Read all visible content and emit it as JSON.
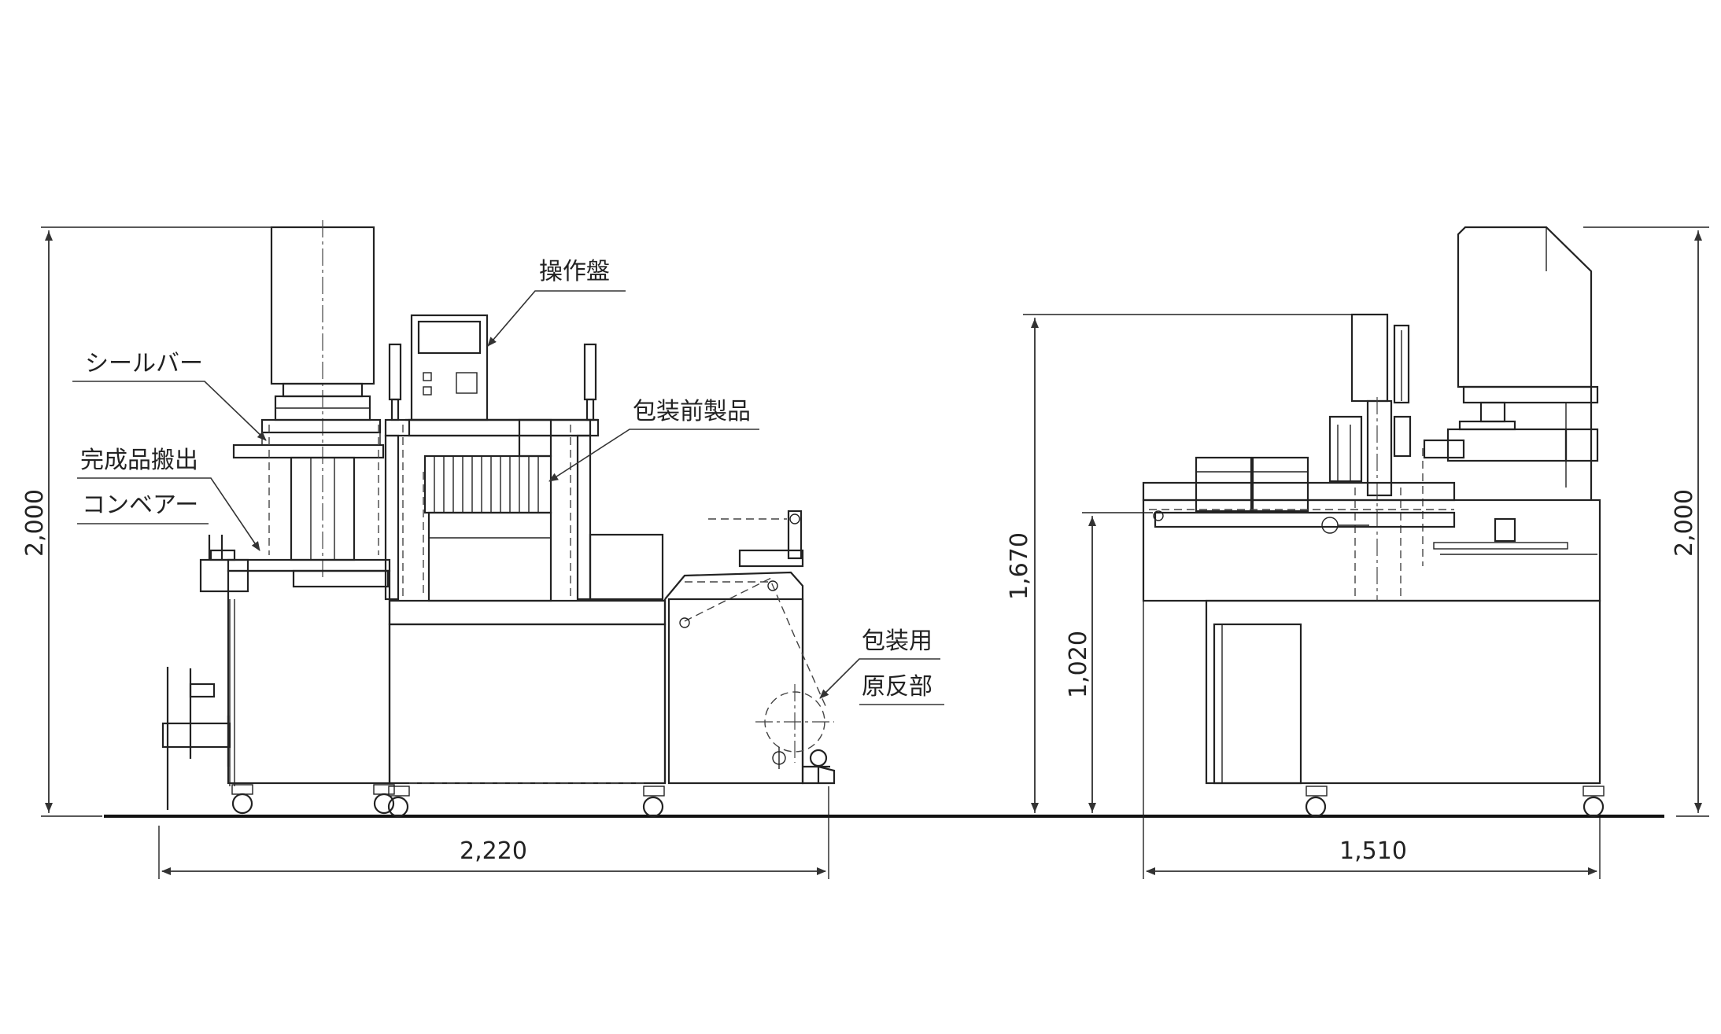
{
  "labels": {
    "seal_bar": "シールバー",
    "finished_conveyor_line1": "完成品搬出",
    "finished_conveyor_line2": "コンベアー",
    "operation_panel": "操作盤",
    "pre_wrap_product": "包装前製品",
    "film_roll_line1": "包装用",
    "film_roll_line2": "原反部"
  },
  "dimensions": {
    "front_height": "2,000",
    "front_width": "2,220",
    "side_height_total": "2,000",
    "side_height_upper": "1,670",
    "side_height_table": "1,020",
    "side_width": "1,510"
  }
}
